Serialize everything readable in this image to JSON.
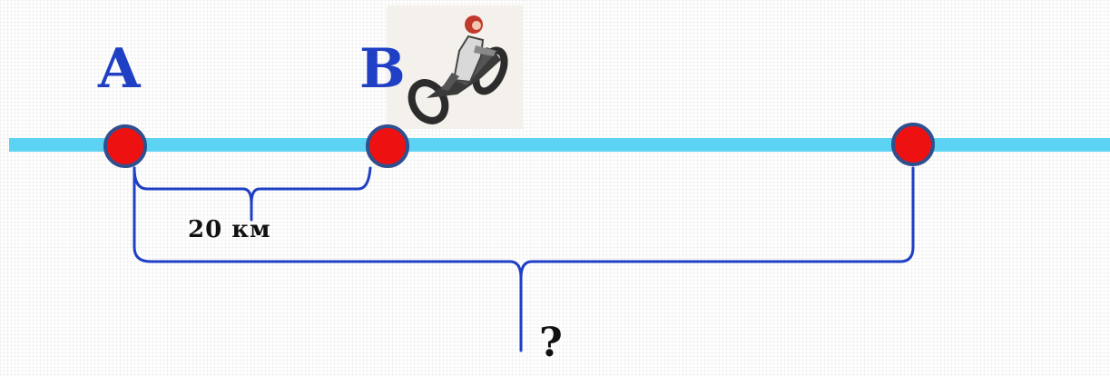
{
  "points": {
    "a_label": "A",
    "b_label": "B"
  },
  "segments": {
    "ab_distance": "20 км",
    "total_distance": "?"
  },
  "colors": {
    "road": "#5dd3f3",
    "point_fill": "#ee1111",
    "point_stroke": "#2f4f8f",
    "label_blue": "#1f3fc4",
    "brace": "#1f3fc4"
  },
  "icons": {
    "rider": "motorcyclist-icon"
  }
}
